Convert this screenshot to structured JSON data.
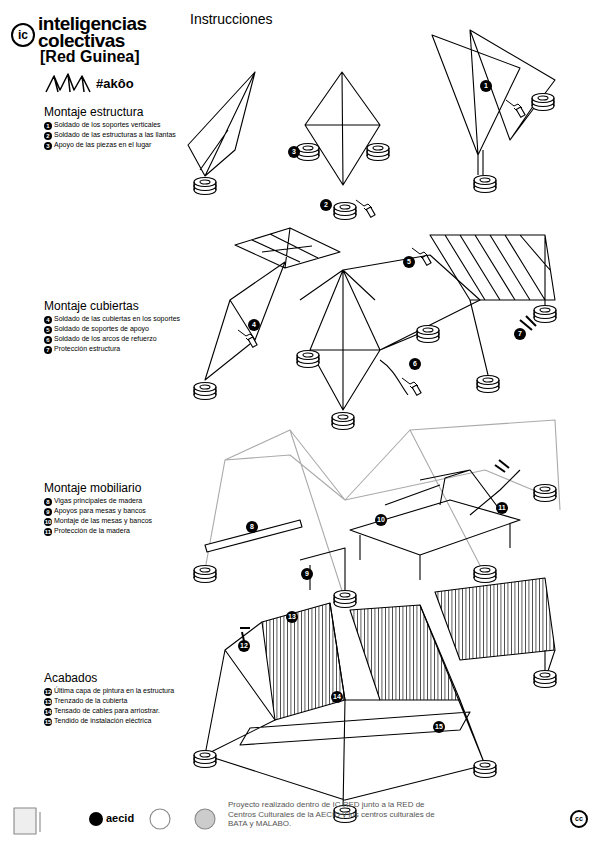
{
  "diagram": {
    "title": "Instrucciones",
    "labels": [
      "ic",
      "inteligencias",
      "colectivas",
      "[Red Guinea]",
      "#akôo",
      "Montaje estructura",
      "1",
      "Soldado de los soportes verticales",
      "2",
      "Soldado de las estructuras a las llantas",
      "3",
      "Apoyo de las piezas en el lugar",
      "Montaje cubiertas",
      "4",
      "Soldado de las cubiertas en los soportes",
      "5",
      "Soldado de soportes de apoyo",
      "6",
      "Soldado de los arcos de refuerzo",
      "7",
      "Protección estructura",
      "Montaje mobiliario",
      "8",
      "Vigas principales de madera",
      "9",
      "Apoyos para mesas y bancos",
      "10",
      "Montaje de las mesas y bancos",
      "11",
      "Protección de la madera",
      "Acabados",
      "12",
      "Última capa de pintura en la estructura",
      "13",
      "Trenzado de la cubierta",
      "14",
      "Tensado de cables para arriostrar.",
      "15",
      "Tendido de instalación eléctrica",
      "1",
      "2",
      "3",
      "4",
      "5",
      "6",
      "7",
      "8",
      "9",
      "10",
      "11",
      "12",
      "13",
      "14",
      "15",
      "aecid",
      "Proyecto realizado dentro de IC RED junto a la RED de Centros Culturales de la AECID y los centros culturales de BATA y MALABO.",
      "cc"
    ]
  }
}
